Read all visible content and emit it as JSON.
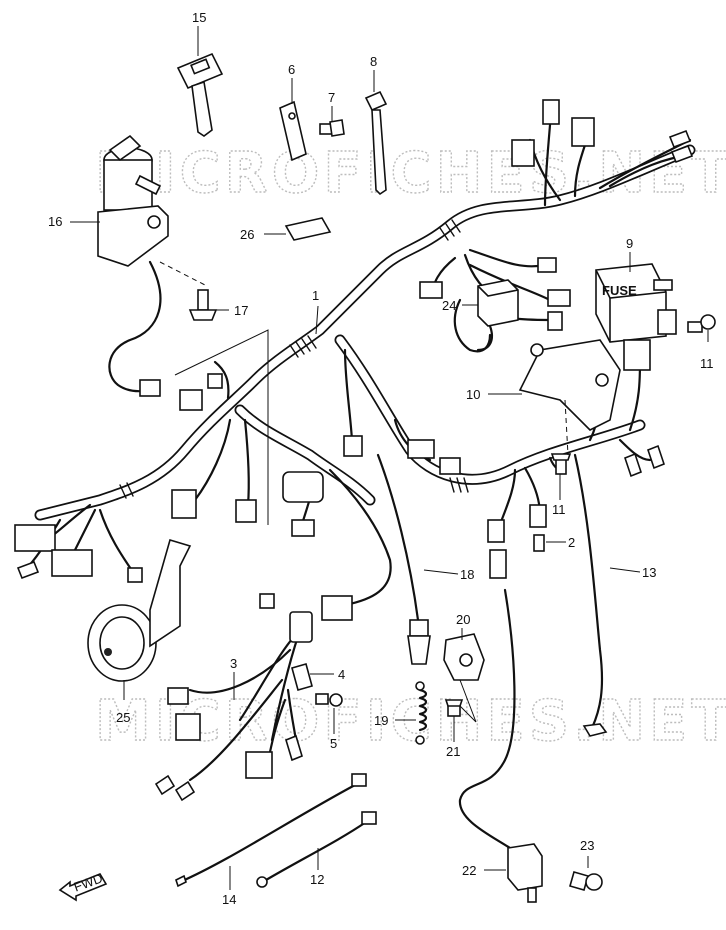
{
  "watermark": {
    "text": "MICROFICHES.NET"
  },
  "callouts": [
    {
      "id": "1",
      "text": "1"
    },
    {
      "id": "2",
      "text": "2"
    },
    {
      "id": "3",
      "text": "3"
    },
    {
      "id": "4",
      "text": "4"
    },
    {
      "id": "5",
      "text": "5"
    },
    {
      "id": "6",
      "text": "6"
    },
    {
      "id": "7",
      "text": "7"
    },
    {
      "id": "8",
      "text": "8"
    },
    {
      "id": "9",
      "text": "9"
    },
    {
      "id": "10",
      "text": "10"
    },
    {
      "id": "11a",
      "text": "11"
    },
    {
      "id": "11b",
      "text": "11"
    },
    {
      "id": "12",
      "text": "12"
    },
    {
      "id": "13",
      "text": "13"
    },
    {
      "id": "14",
      "text": "14"
    },
    {
      "id": "15",
      "text": "15"
    },
    {
      "id": "16",
      "text": "16"
    },
    {
      "id": "17",
      "text": "17"
    },
    {
      "id": "18",
      "text": "18"
    },
    {
      "id": "19",
      "text": "19"
    },
    {
      "id": "20",
      "text": "20"
    },
    {
      "id": "21",
      "text": "21"
    },
    {
      "id": "22",
      "text": "22"
    },
    {
      "id": "23",
      "text": "23"
    },
    {
      "id": "24",
      "text": "24"
    },
    {
      "id": "25",
      "text": "25"
    },
    {
      "id": "26",
      "text": "26"
    }
  ],
  "fuse_box": {
    "text": "FUSE"
  },
  "direction_marker": {
    "text": "FWD"
  }
}
